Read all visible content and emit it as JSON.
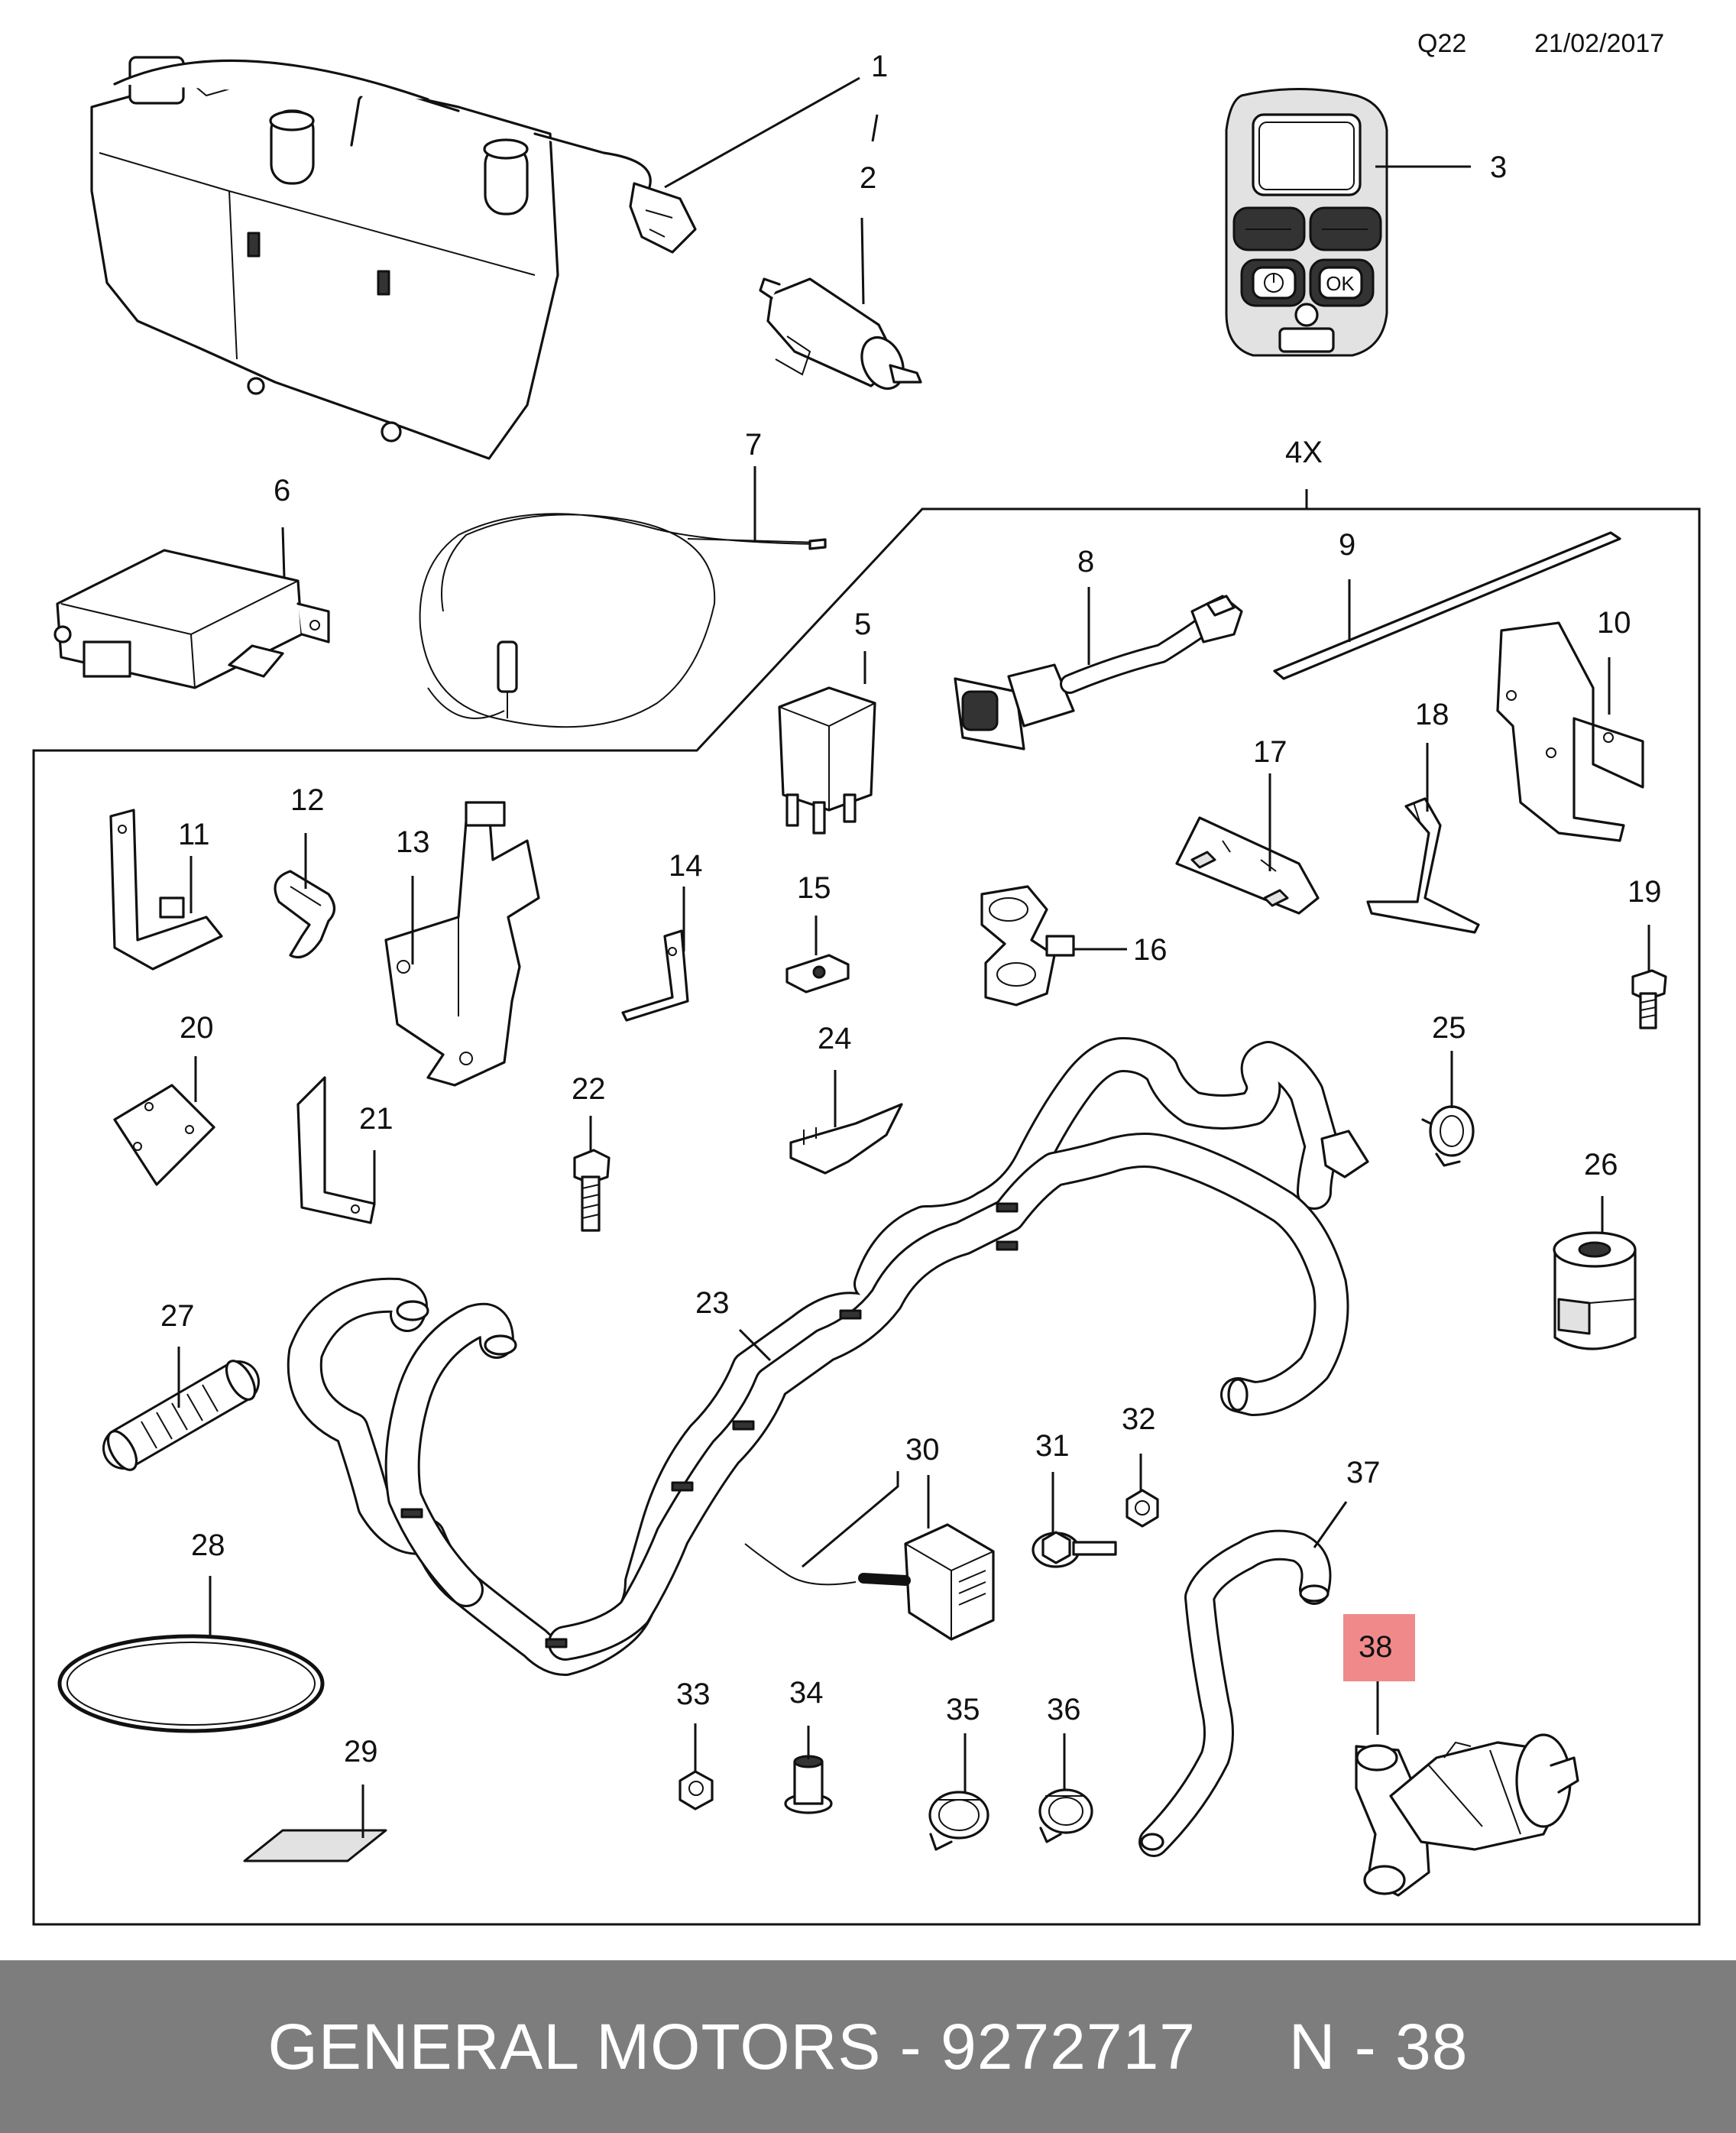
{
  "header": {
    "code": "Q22",
    "date": "21/02/2017"
  },
  "labels": {
    "l1": "1",
    "l2": "2",
    "l3": "3",
    "l4x": "4X",
    "l5": "5",
    "l6": "6",
    "l7": "7",
    "l8": "8",
    "l9": "9",
    "l10": "10",
    "l11": "11",
    "l12": "12",
    "l13": "13",
    "l14": "14",
    "l15": "15",
    "l16": "16",
    "l17": "17",
    "l18": "18",
    "l19": "19",
    "l20": "20",
    "l21": "21",
    "l22": "22",
    "l23": "23",
    "l24": "24",
    "l25": "25",
    "l26": "26",
    "l27": "27",
    "l28": "28",
    "l29": "29",
    "l30": "30",
    "l31": "31",
    "l32": "32",
    "l33": "33",
    "l34": "34",
    "l35": "35",
    "l36": "36",
    "l37": "37",
    "l38": "38"
  },
  "highlight": {
    "label_key": "l38",
    "color": "#f08a8a"
  },
  "remote_buttons": {
    "ok": "OK"
  },
  "footer": {
    "text": "GENERAL MOTORS - 9272717     N - 38",
    "background": "#7d7d7d",
    "text_color": "#ffffff"
  }
}
